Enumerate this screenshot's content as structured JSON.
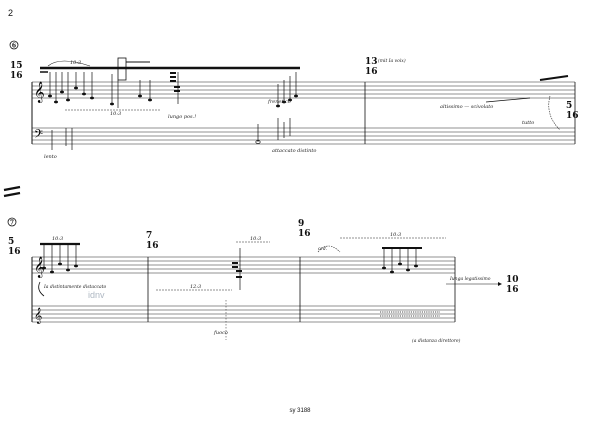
{
  "page": {
    "number": "2",
    "footer": "sy 3188"
  },
  "watermark": "idnv",
  "system1": {
    "rehearsal": "6",
    "time_signatures": [
      {
        "top": "15",
        "bottom": "16"
      },
      {
        "top": "13",
        "bottom": "16",
        "note": "(mit Ia voix)"
      },
      {
        "top": "5",
        "bottom": "16"
      }
    ],
    "annotations": {
      "tuplet_top": "10:3",
      "tuplet_low": "10:3",
      "lungo": "lungo pos.!",
      "frenetico": "frenetico",
      "staccato_note": "attaccato distinto",
      "lento": "lento",
      "sul": "altissimo — scivolato",
      "tutto": "tutto"
    }
  },
  "system2": {
    "rehearsal": "7",
    "time_signatures": [
      {
        "top": "5",
        "bottom": "16"
      },
      {
        "top": "7",
        "bottom": "16"
      },
      {
        "top": "9",
        "bottom": "16"
      },
      {
        "top": "10",
        "bottom": "16"
      }
    ],
    "annotations": {
      "tuplet_a": "10:3",
      "tuplet_b": "12:3",
      "tuplet_c": "10:3",
      "tuplet_d": "10:3",
      "note_left": "Ia distintamente distaccato",
      "note_right": "Iunga legatissimo",
      "note_bottom": "(a distanza direttore)",
      "fuoco": "fuoco",
      "ord": "ord."
    }
  }
}
